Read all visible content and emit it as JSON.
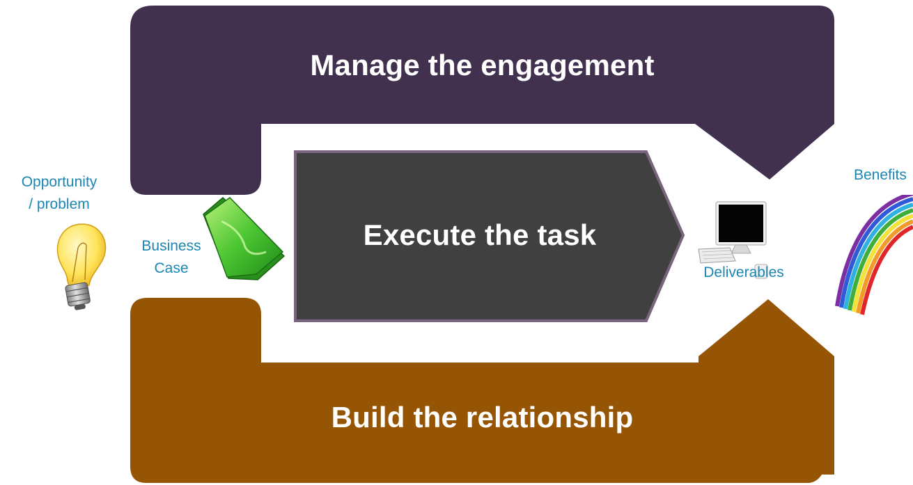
{
  "labels": {
    "manage": "Manage the engagement",
    "execute": "Execute the task",
    "build": "Build the relationship",
    "opportunity": [
      "Opportunity",
      "/ problem"
    ],
    "business_case": [
      "Business",
      "Case"
    ],
    "deliverables": "Deliverables",
    "benefits": "Benefits"
  },
  "colors": {
    "manage_band": "#42304f",
    "execute_arrow": "#404040",
    "execute_border": "#7a6580",
    "build_band": "#955504",
    "caption_text": "#1b86b4"
  },
  "icons": {
    "opportunity": "lightbulb-icon",
    "business_case": "green-folder-icon",
    "deliverables": "computer-icon",
    "benefits": "rainbow-icon"
  }
}
